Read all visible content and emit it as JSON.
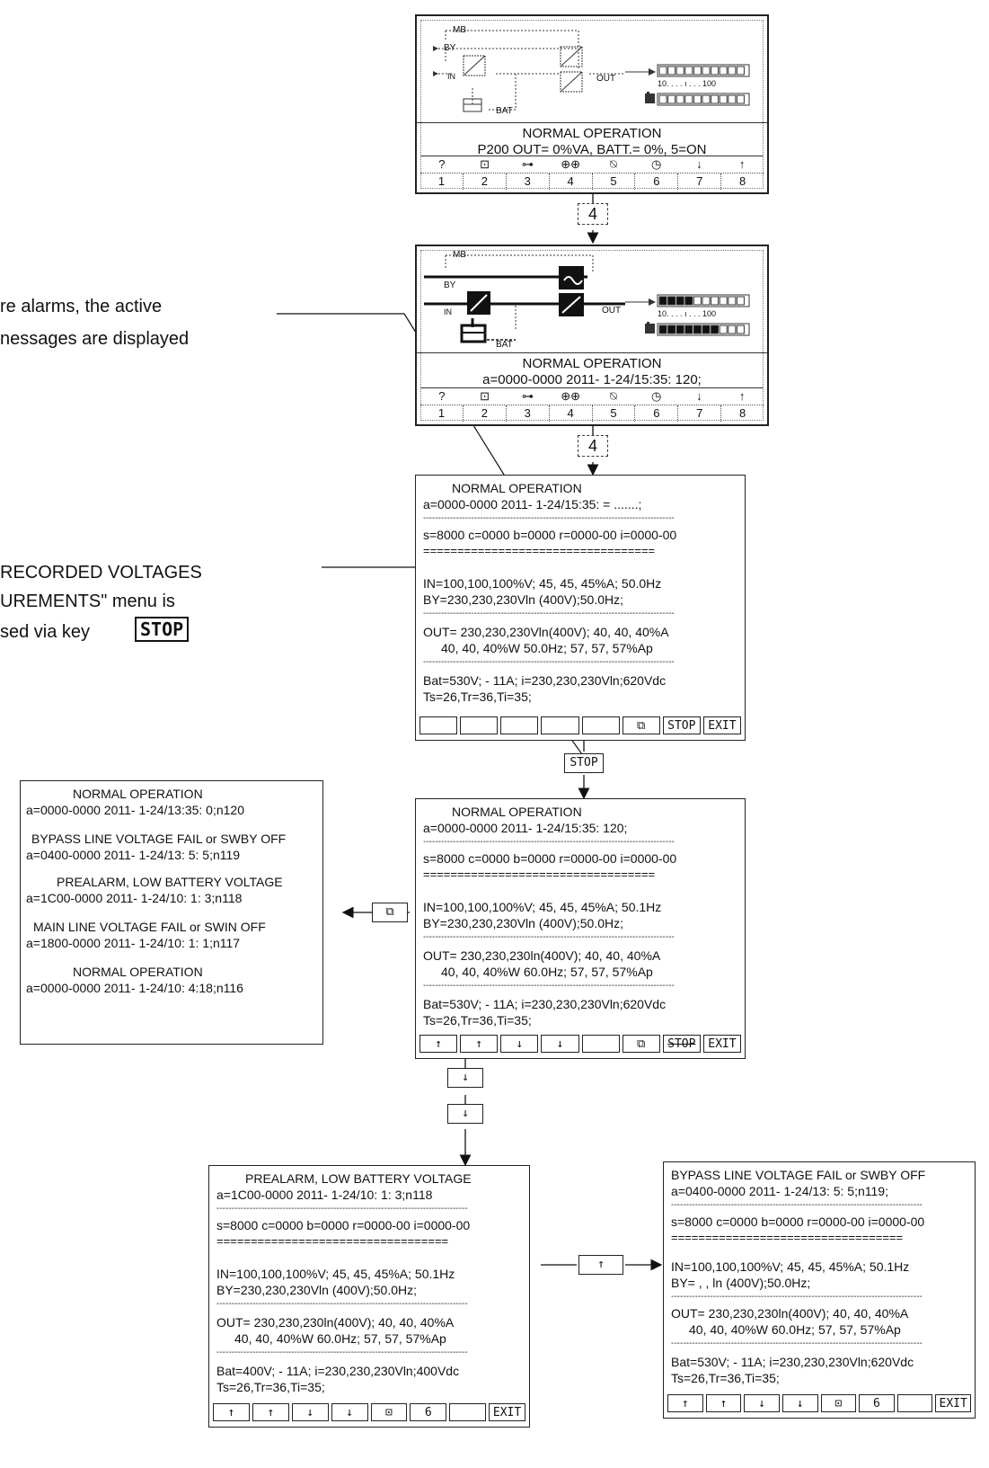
{
  "notes": {
    "alarms_line1": "re alarms, the active",
    "alarms_line2": "nessages are displayed",
    "recorded_line1": "RECORDED VOLTAGES",
    "recorded_line2": "UREMENTS\" menu is",
    "recorded_line3": "sed via key",
    "recorded_key": "STOP"
  },
  "lcd1": {
    "labels": {
      "mb": "MB",
      "by": "BY",
      "in": "IN",
      "out": "OUT",
      "bat": "BAT",
      "scale": "10. . . . ı . . . 100"
    },
    "out_bar_level": 0.0,
    "bat_bar_level": 0.0,
    "title": "NORMAL OPERATION",
    "line": "P200 OUT=  0%VA,    BATT.=  0%, 5=ON"
  },
  "lcd2": {
    "labels": {
      "mb": "MB",
      "by": "BY",
      "in": "IN",
      "out": "OUT",
      "bat": "BAT",
      "scale": "10. . . . ı . . . 100"
    },
    "out_bar_level": 0.4,
    "bat_bar_level": 0.7,
    "title": "NORMAL OPERATION",
    "line": "a=0000-0000    2011- 1-24/15:35: 120;"
  },
  "fkeys": {
    "icons": [
      "?",
      "⊡",
      "⊶",
      "⊕⊕",
      "⍉",
      "◷",
      "↓",
      "↑"
    ],
    "numbers": [
      "1",
      "2",
      "3",
      "4",
      "5",
      "6",
      "7",
      "8"
    ]
  },
  "key4": "4",
  "screen_a": {
    "title": "NORMAL OPERATION",
    "l1": "a=0000-0000    2011- 1-24/15:35:    = .......;",
    "l2": "s=8000 c=0000 b=0000 r=0000-00 i=0000-00",
    "eq": "==================================",
    "l3": "IN=100,100,100%V;  45, 45, 45%A;  50.0Hz",
    "l4": "BY=230,230,230Vln (400V);50.0Hz;",
    "l5": "OUT= 230,230,230Vln(400V); 40, 40, 40%A",
    "l6": "40, 40, 40%W 50.0Hz; 57, 57, 57%Ap",
    "l7": "Bat=530V; - 11A; i=230,230,230Vln;620Vdc",
    "l8": "Ts=26,Tr=36,Ti=35;",
    "keys": [
      "",
      "",
      "",
      "",
      "",
      "⧉",
      "STOP",
      "EXIT"
    ]
  },
  "stop_key": "STOP",
  "screen_b": {
    "title": "NORMAL OPERATION",
    "l1": "a=0000-0000    2011- 1-24/15:35: 120;",
    "l2": "s=8000 c=0000 b=0000 r=0000-00 i=0000-00",
    "eq": "==================================",
    "l3": "IN=100,100,100%V;  45, 45, 45%A;  50.1Hz",
    "l4": "BY=230,230,230Vln (400V);50.0Hz;",
    "l5": "OUT= 230,230,230ln(400V); 40, 40, 40%A",
    "l6": "40, 40, 40%W 60.0Hz; 57, 57, 57%Ap",
    "l7": "Bat=530V; - 11A; i=230,230,230Vln;620Vdc",
    "l8": "Ts=26,Tr=36,Ti=35;",
    "keys": [
      "↑",
      "↑",
      "↓",
      "↓",
      "",
      "⧉",
      "STOP",
      "EXIT"
    ]
  },
  "log": [
    {
      "title": "NORMAL OPERATION",
      "line": "a=0000-0000    2011- 1-24/13:35: 0;n120"
    },
    {
      "title": "BYPASS LINE VOLTAGE FAIL or SWBY OFF",
      "line": "a=0400-0000    2011- 1-24/13: 5: 5;n119"
    },
    {
      "title": "PREALARM,  LOW BATTERY VOLTAGE",
      "line": "a=1C00-0000    2011- 1-24/10: 1: 3;n118"
    },
    {
      "title": "MAIN LINE VOLTAGE FAIL or SWIN OFF",
      "line": "a=1800-0000    2011- 1-24/10: 1: 1;n117"
    },
    {
      "title": "NORMAL OPERATION",
      "line": "a=0000-0000    2011- 1-24/10: 4:18;n116"
    }
  ],
  "log_key": "⧉",
  "down_key": "↓",
  "up_key": "↑",
  "screen_c": {
    "title": "PREALARM,  LOW BATTERY VOLTAGE",
    "l1": "a=1C00-0000    2011- 1-24/10: 1: 3;n118",
    "l2": "s=8000 c=0000 b=0000 r=0000-00 i=0000-00",
    "eq": "==================================",
    "l3": "IN=100,100,100%V;  45, 45, 45%A;  50.1Hz",
    "l4": "BY=230,230,230Vln (400V);50.0Hz;",
    "l5": "OUT= 230,230,230ln(400V); 40, 40, 40%A",
    "l6": "40, 40, 40%W 60.0Hz; 57, 57, 57%Ap",
    "l7": "Bat=400V; - 11A; i=230,230,230Vln;400Vdc",
    "l8": "Ts=26,Tr=36,Ti=35;",
    "keys": [
      "↑",
      "↑",
      "↓",
      "↓",
      "⊡",
      "6",
      "",
      "EXIT"
    ]
  },
  "screen_d": {
    "title": "BYPASS LINE VOLTAGE FAIL or SWBY OFF",
    "l1": "a=0400-0000    2011- 1-24/13: 5: 5;n119;",
    "l2": "s=8000 c=0000 b=0000 r=0000-00 i=0000-00",
    "eq": "==================================",
    "l3": "IN=100,100,100%V;  45, 45, 45%A;  50.1Hz",
    "l4": "BY=   ,     ,     ln (400V);50.0Hz;",
    "l5": "OUT= 230,230,230ln(400V); 40, 40, 40%A",
    "l6": "40, 40, 40%W 60.0Hz; 57, 57, 57%Ap",
    "l7": "Bat=530V; - 11A; i=230,230,230Vln;620Vdc",
    "l8": "Ts=26,Tr=36,Ti=35;",
    "keys": [
      "↑",
      "↑",
      "↓",
      "↓",
      "⊡",
      "6",
      "",
      "EXIT"
    ]
  }
}
